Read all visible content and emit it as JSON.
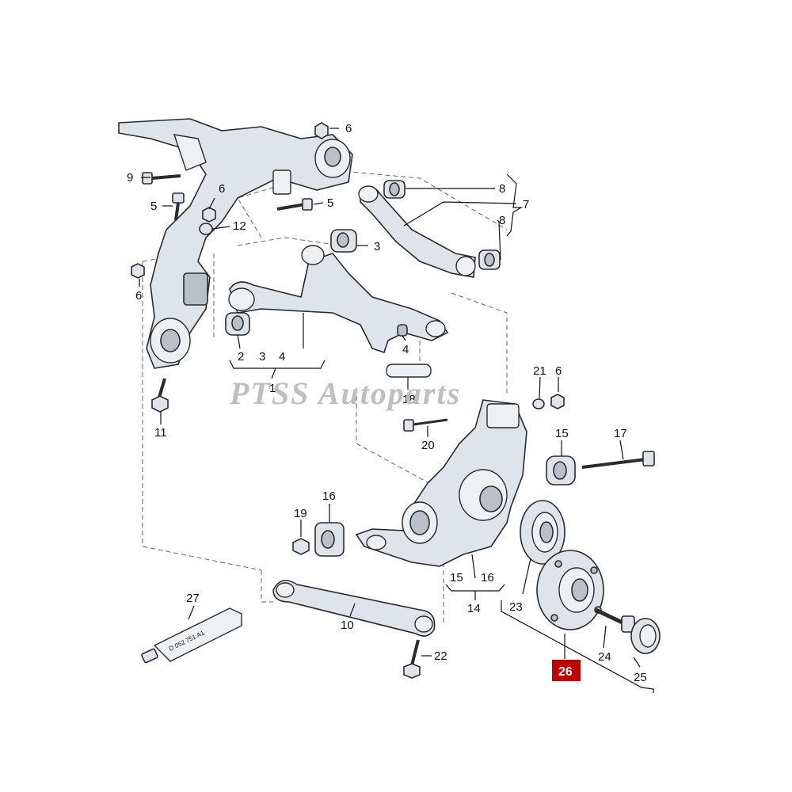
{
  "watermark": "PTSS Autoparts",
  "colors": {
    "highlight": "#c00000",
    "part_fill": "#dfe4ea",
    "outline": "#2b2b2b"
  },
  "labels": {
    "l6a": "6",
    "l9": "9",
    "l6b": "6",
    "l5a": "5",
    "l5b": "5",
    "l12": "12",
    "l8a": "8",
    "l7": "7",
    "l8b": "8",
    "l3a": "3",
    "l6c": "6",
    "l2": "2",
    "l3b": "3",
    "l4a": "4",
    "l1": "1",
    "l4b": "4",
    "l18": "18",
    "l21": "21",
    "l6d": "6",
    "l11": "11",
    "l20": "20",
    "l15a": "15",
    "l17": "17",
    "l16a": "16",
    "l19": "19",
    "l15b": "15",
    "l16b": "16",
    "l14": "14",
    "l23": "23",
    "l27": "27",
    "l10": "10",
    "l24": "24",
    "l22": "22",
    "l26": "26",
    "l25": "25"
  },
  "tube_text": "D 052 751 A1"
}
